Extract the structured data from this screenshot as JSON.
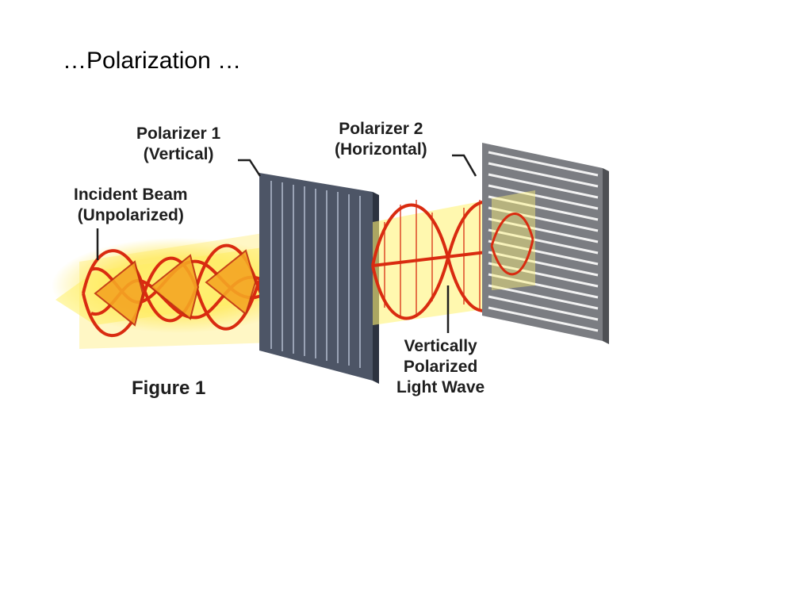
{
  "slide": {
    "title": "…Polarization …"
  },
  "figure": {
    "caption": "Figure 1",
    "labels": {
      "polarizer1_line1": "Polarizer 1",
      "polarizer1_line2": "(Vertical)",
      "polarizer2_line1": "Polarizer 2",
      "polarizer2_line2": "(Horizontal)",
      "incident_line1": "Incident Beam",
      "incident_line2": "(Unpolarized)",
      "wave_line1": "Vertically",
      "wave_line2": "Polarized",
      "wave_line3": "Light Wave"
    },
    "colors": {
      "wave": "#d92b10",
      "beam_glow": "#fff05a",
      "polarizer1": "#4d5566",
      "polarizer2": "#6d6f73"
    }
  }
}
